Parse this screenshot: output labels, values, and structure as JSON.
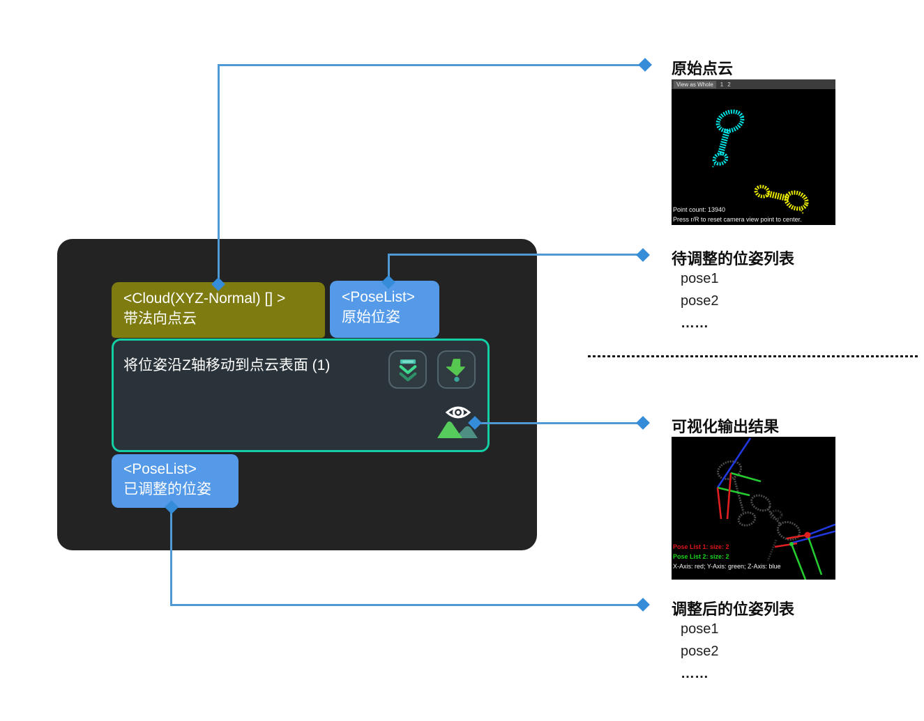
{
  "node_panel": {
    "input_port_cloud": {
      "type_line": "<Cloud(XYZ-Normal) [] >",
      "name_line": "带法向点云"
    },
    "input_port_pose": {
      "type_line": "<PoseList>",
      "name_line": "原始位姿"
    },
    "output_port_pose": {
      "type_line": "<PoseList>",
      "name_line": "已调整的位姿"
    },
    "step_title": "将位姿沿Z轴移动到点云表面 (1)"
  },
  "callouts": {
    "original_cloud": {
      "title": "原始点云"
    },
    "pending_pose_list": {
      "title": "待调整的位姿列表",
      "items": [
        "pose1",
        "pose2",
        "……"
      ]
    },
    "visual_output": {
      "title": "可视化输出结果"
    },
    "adjusted_pose_list": {
      "title": "调整后的位姿列表",
      "items": [
        "pose1",
        "pose2",
        "……"
      ]
    }
  },
  "viewport_cloud": {
    "toolbar": {
      "view_as_whole": "View as Whole",
      "tab_1": "1",
      "tab_2": "2"
    },
    "status": {
      "point_count": "Point count: 13940",
      "hint": "Press r/R to reset camera view point to center."
    }
  },
  "viewport_result": {
    "overlay": {
      "pose_list_1": "Pose List 1: size: 2",
      "pose_list_2": "Pose List 2: size: 2",
      "axes_legend": "X-Axis: red; Y-Axis: green; Z-Axis: blue"
    }
  },
  "colors": {
    "connector_blue": "#4f9ad5",
    "diamond_blue": "#358cd8",
    "node_border_teal": "#14cfa6",
    "node_body": "#2a333a",
    "panel_dark": "#232323",
    "port_olive": "#7e7b11",
    "port_blue": "#549ae9",
    "cloud_cyan": "#00e2e2",
    "cloud_yellow": "#e8e800",
    "axis_red": "#e02020",
    "axis_green": "#25cc30",
    "axis_blue": "#2038dd"
  }
}
